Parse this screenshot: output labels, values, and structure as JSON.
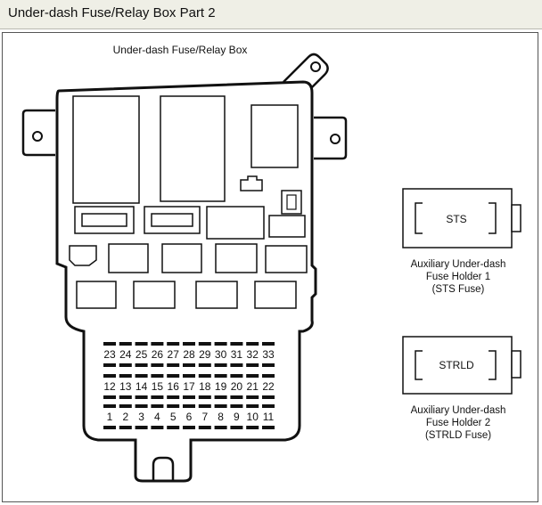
{
  "window": {
    "title": "Under-dash Fuse/Relay Box Part 2"
  },
  "diagram": {
    "main_title": "Under-dash Fuse/Relay Box",
    "fuse_rows": [
      [
        "23",
        "24",
        "25",
        "26",
        "27",
        "28",
        "29",
        "30",
        "31",
        "32",
        "33"
      ],
      [
        "12",
        "13",
        "14",
        "15",
        "16",
        "17",
        "18",
        "19",
        "20",
        "21",
        "22"
      ],
      [
        "1",
        "2",
        "3",
        "4",
        "5",
        "6",
        "7",
        "8",
        "9",
        "10",
        "11"
      ]
    ],
    "aux1": {
      "tag": "STS",
      "line1": "Auxiliary Under-dash",
      "line2": "Fuse Holder 1",
      "line3": "(STS Fuse)"
    },
    "aux2": {
      "tag": "STRLD",
      "line1": "Auxiliary Under-dash",
      "line2": "Fuse Holder 2",
      "line3": "(STRLD Fuse)"
    }
  }
}
